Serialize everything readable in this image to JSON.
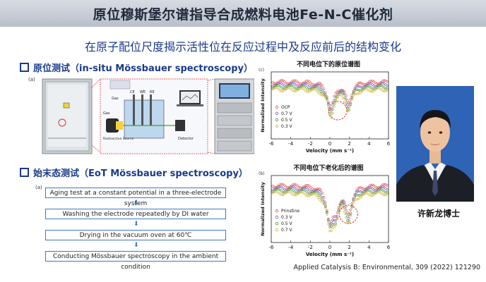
{
  "header": {
    "title": "原位穆斯堡尔谱指导合成燃料电池Fe-N-C催化剂"
  },
  "subtitle": "在原子配位尺度揭示活性位在反应过程中及反应前后的结构变化",
  "section_insitu": {
    "title": "原位测试（in-situ Mössbauer spectroscopy）",
    "panel_letter": "(a)",
    "labels": {
      "gas": "Gas",
      "source": "Radioactive Source",
      "ce": "CE",
      "we": "WE",
      "re": "RE",
      "gas_in": "Gas",
      "detector": "Detector"
    }
  },
  "section_eot": {
    "title": "始末态测试（EoT Mössbauer spectroscopy）",
    "panel_letter": "(a)",
    "steps": [
      "Aging test at a constant potential in a three-electrode system",
      "Washing the electrode repeatedly by DI water",
      "Drying in the vacuum oven at 60℃",
      "Conducting Mössbauer spectroscopy in the ambient condition"
    ]
  },
  "person": {
    "name": "许新龙博士"
  },
  "citation": "Applied Catalysis B: Environmental, 309 (2022) 121290",
  "chart_data": [
    {
      "type": "scatter",
      "panel_letter": "(c)",
      "title": "不同电位下的原位谱图",
      "xlabel": "Velocity (mm s⁻¹)",
      "ylabel": "Normalized Intensity",
      "xlim": [
        -6,
        6
      ],
      "xticks": [
        "-6",
        "-4",
        "-2",
        "0",
        "2",
        "4",
        "6"
      ],
      "legend_position": "lower-left",
      "series": [
        {
          "name": "OCP",
          "color": "#e0504a"
        },
        {
          "name": "0.7 V",
          "color": "#7a5bbd"
        },
        {
          "name": "0.5 V",
          "color": "#4a9a3a"
        },
        {
          "name": "0.3 V",
          "color": "#d6b43a"
        }
      ],
      "absorption_dips": [
        {
          "x": 0.1,
          "depth": 0.6
        },
        {
          "x": 1.9,
          "depth": 0.45
        }
      ],
      "highlight_circle_x": 0.8
    },
    {
      "type": "scatter",
      "panel_letter": "(b)",
      "title": "不同电位下老化后的谱图",
      "xlabel": "Velocity (mm s⁻¹)",
      "ylabel": "Normalized Intensity",
      "xlim": [
        -6,
        6
      ],
      "xticks": [
        "-6",
        "-4",
        "-2",
        "0",
        "2",
        "4",
        "6"
      ],
      "legend_position": "lower-left",
      "series": [
        {
          "name": "Prinstine",
          "color": "#e0504a"
        },
        {
          "name": "0.3 V",
          "color": "#7a5bbd"
        },
        {
          "name": "0.5 V",
          "color": "#4a9a3a"
        },
        {
          "name": "0.7 V",
          "color": "#d6b43a"
        }
      ],
      "absorption_dips": [
        {
          "x": 0.0,
          "depth": 0.7
        },
        {
          "x": 0.6,
          "depth": 0.45
        },
        {
          "x": 1.9,
          "depth": 0.6
        }
      ],
      "highlight_circle_x": 1.9
    }
  ]
}
